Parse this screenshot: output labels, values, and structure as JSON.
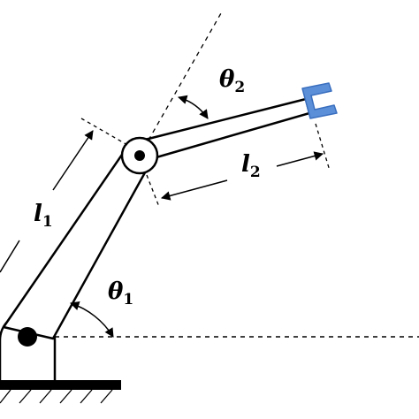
{
  "labels": {
    "theta1": {
      "symbol": "θ",
      "subscript": "1"
    },
    "theta2": {
      "symbol": "θ",
      "subscript": "2"
    },
    "l1": {
      "symbol": "l",
      "subscript": "1"
    },
    "l2": {
      "symbol": "l",
      "subscript": "2"
    }
  },
  "colors": {
    "ink": "#000000",
    "gripper": "#5b8fd8",
    "gripper_outline": "#3a6fbf",
    "background": "#ffffff"
  }
}
